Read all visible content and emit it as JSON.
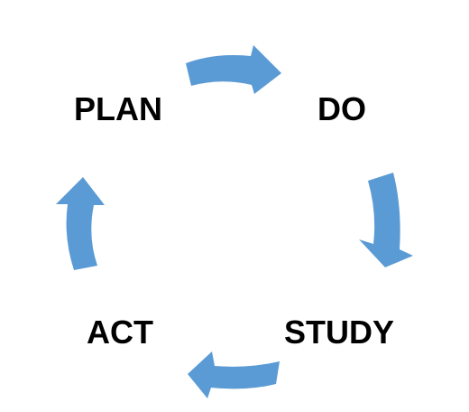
{
  "diagram": {
    "steps": [
      {
        "id": "plan",
        "label": "PLAN"
      },
      {
        "id": "do",
        "label": "DO"
      },
      {
        "id": "study",
        "label": "STUDY"
      },
      {
        "id": "act",
        "label": "ACT"
      }
    ],
    "arrow_color": "#5b9bd5"
  }
}
